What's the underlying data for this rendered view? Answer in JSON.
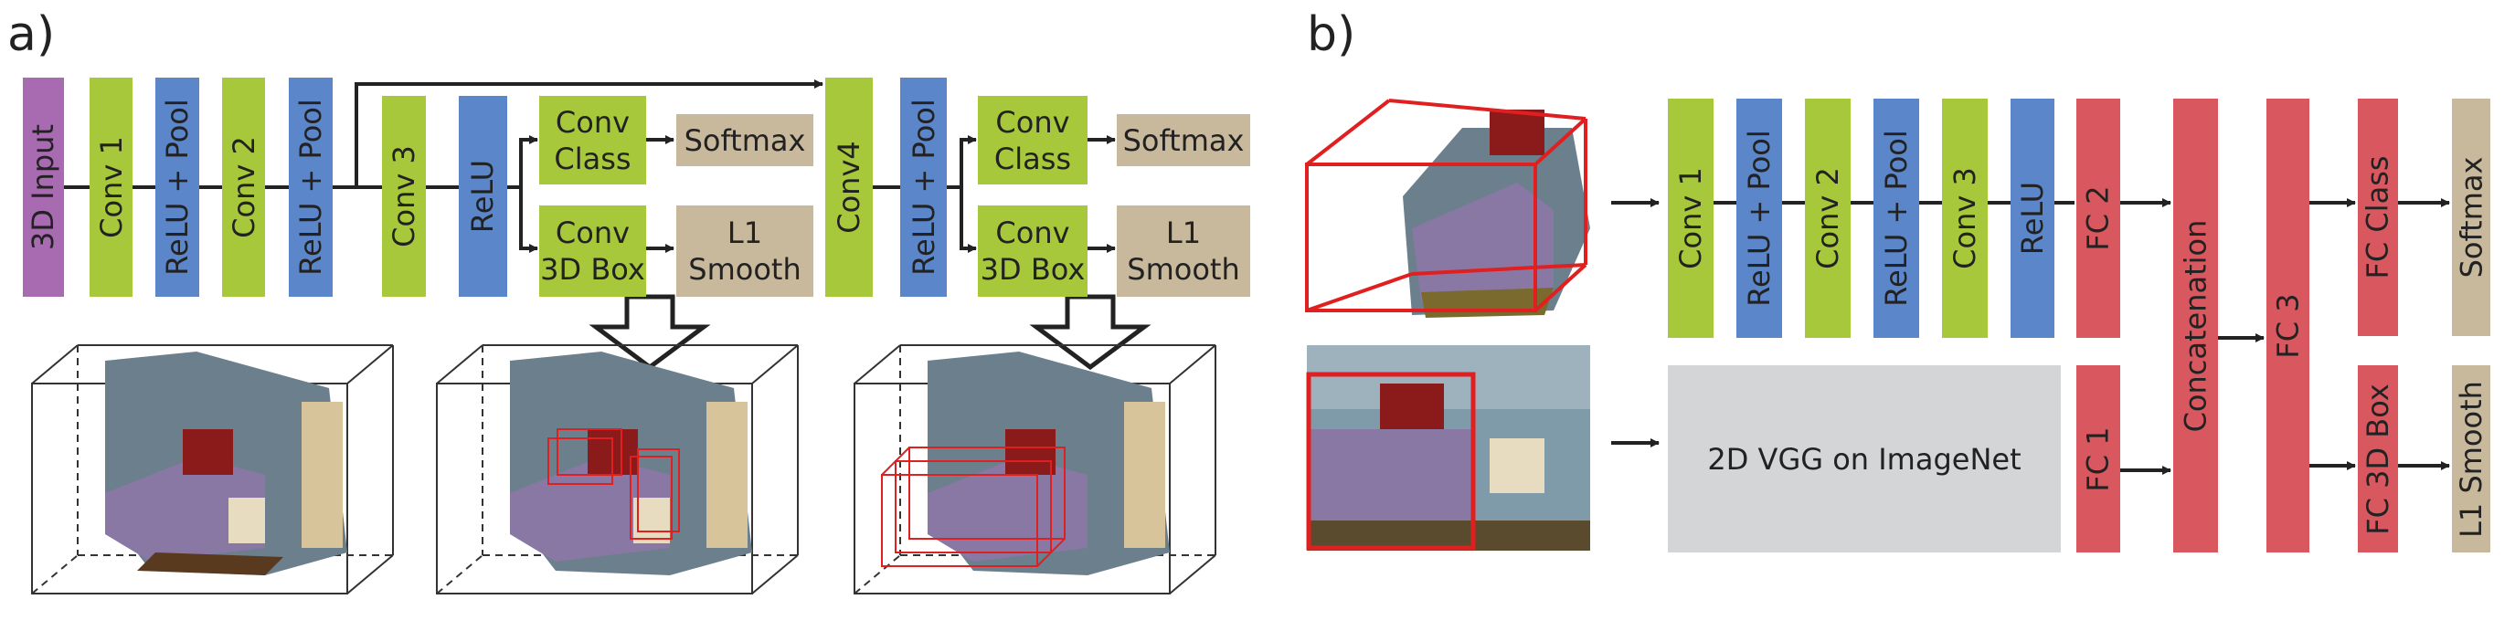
{
  "panel_a": {
    "label": "a)",
    "input": "3D Input",
    "conv1": "Conv 1",
    "relu_pool1": "ReLU + Pool",
    "conv2": "Conv 2",
    "relu_pool2": "ReLU + Pool",
    "conv3": "Conv 3",
    "relu": "ReLU",
    "conv_class_1": "Conv\nClass",
    "softmax_1": "Softmax",
    "conv_box_1": "Conv\n3D Box",
    "l1_smooth_1": "L1\nSmooth",
    "conv4": "Conv4",
    "relu_pool3": "ReLU + Pool",
    "conv_class_2": "Conv\nClass",
    "softmax_2": "Softmax",
    "conv_box_2": "Conv\n3D Box",
    "l1_smooth_2": "L1\nSmooth"
  },
  "panel_b": {
    "label": "b)",
    "conv1": "Conv 1",
    "relu_pool1": "ReLU + Pool",
    "conv2": "Conv 2",
    "relu_pool2": "ReLU + Pool",
    "conv3": "Conv 3",
    "relu": "ReLU",
    "fc2": "FC 2",
    "vgg": "2D VGG on ImageNet",
    "fc1": "FC 1",
    "concat": "Concatenation",
    "fc3": "FC 3",
    "fc_class": "FC Class",
    "softmax": "Softmax",
    "fc_box": "FC 3D Box",
    "l1_smooth": "L1 Smooth"
  },
  "colors": {
    "conv": "#a8c83c",
    "relu": "#5b86c9",
    "input": "#a86ab0",
    "loss": "#c8b89c",
    "fc": "#d9585f",
    "vgg": "#d4d5d7",
    "box_outline": "#e02020"
  },
  "images": {
    "a_scene_1": "bedroom-3d-pointcloud",
    "a_scene_2": "bedroom-3d-with-small-boxes",
    "a_scene_3": "bedroom-3d-with-large-boxes",
    "b_3d_crop": "bedroom-3d-crop-in-red-box",
    "b_2d_crop": "bedroom-2d-photo-with-red-box"
  }
}
